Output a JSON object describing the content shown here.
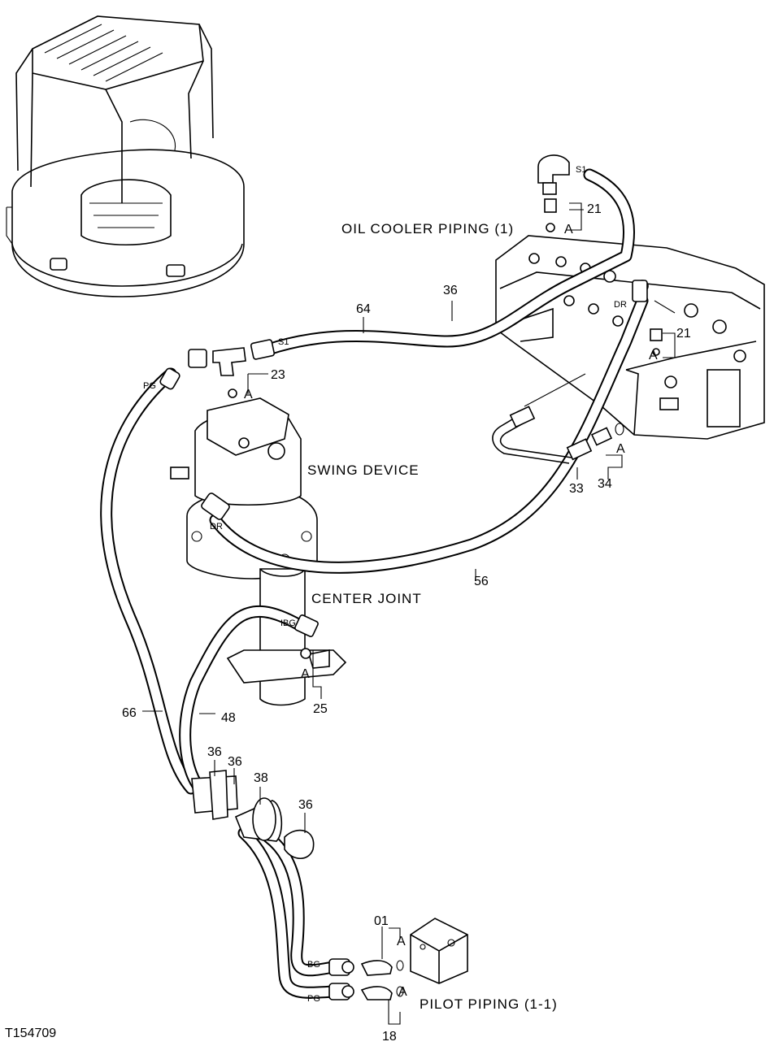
{
  "labels": {
    "oil_cooler_piping": "OIL COOLER PIPING (1)",
    "swing_device": "SWING DEVICE",
    "center_joint": "CENTER JOINT",
    "pilot_piping": "PILOT PIPING (1-1)",
    "figure_id": "T154709"
  },
  "port_tags": {
    "s1_top": "S1",
    "s1_mid": "S1",
    "dr_valve": "DR",
    "pg_upper": "PG",
    "dr_swing": "DR",
    "ibg": "IBG",
    "bg_lower": "BG",
    "pg_lower": "PG"
  },
  "detail_marks": {
    "a_21_top": "A",
    "a_21_valve": "A",
    "a_23": "A",
    "a_34": "A",
    "a_25": "A",
    "a_01": "A",
    "a_18": "A"
  },
  "callouts": {
    "c21_top": "21",
    "c36_top": "36",
    "c64": "64",
    "c21_valve": "21",
    "c23": "23",
    "c33": "33",
    "c34": "34",
    "c56": "56",
    "c25": "25",
    "c66": "66",
    "c48": "48",
    "c36_a": "36",
    "c36_b": "36",
    "c38": "38",
    "c36_c": "36",
    "c01": "01",
    "c18": "18"
  }
}
